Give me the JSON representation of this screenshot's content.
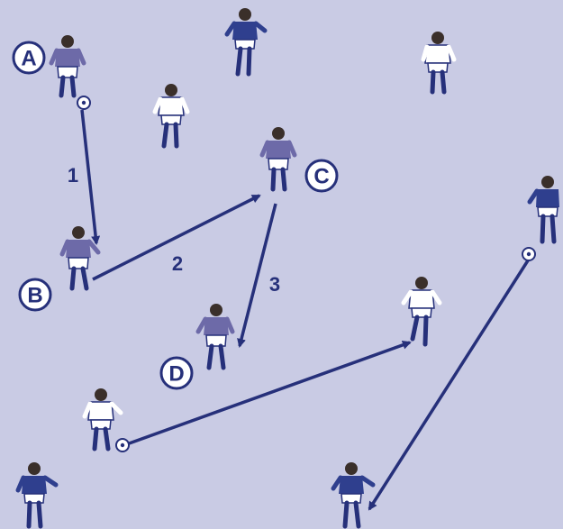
{
  "colors": {
    "background": "#c9cbe4",
    "line": "#26307a",
    "team_red_shirt": "#6d6aa8",
    "team_blue_shirt": "#2f3f8e",
    "team_white_shirt": "#ffffff",
    "ball": "#ffffff"
  },
  "labels": {
    "a": "A",
    "b": "B",
    "c": "C",
    "d": "D",
    "step1": "1",
    "step2": "2",
    "step3": "3"
  },
  "icons": {
    "player": "soccer-player-icon",
    "ball": "soccer-ball-icon",
    "arrow": "pass-arrow-icon"
  }
}
